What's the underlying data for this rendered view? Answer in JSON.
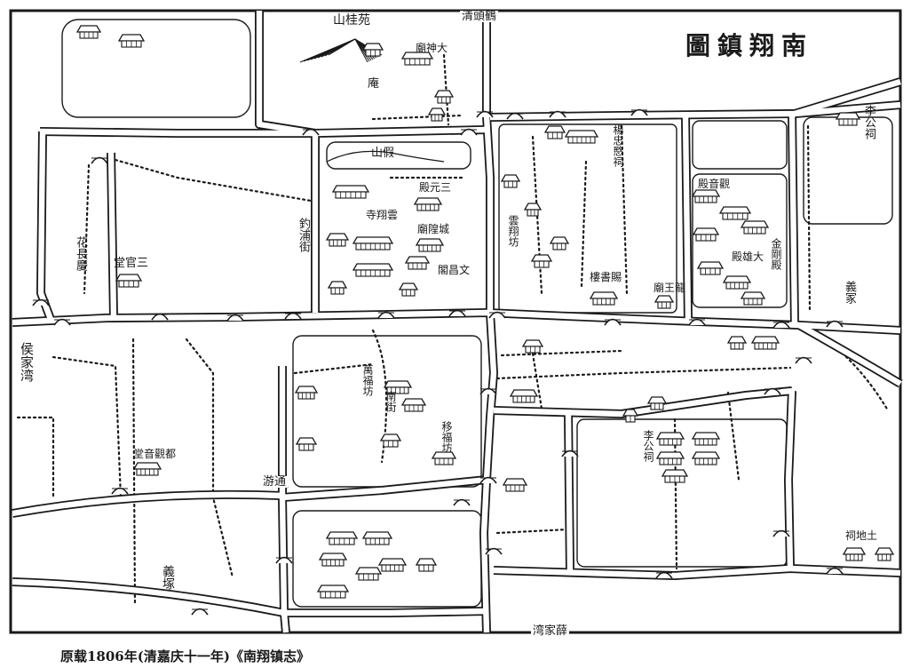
{
  "map": {
    "title": "圖鎮翔南",
    "labels": {
      "shan_gui_yuan": "山桂苑",
      "qing_tou_he": "清頭鶴",
      "an": "庵",
      "da_shen_miao": "廟神大",
      "yang_zhong_min_ci": "楊忠愍祠",
      "li_gong_ci_north": "李公祠",
      "jia_shan": "山假",
      "san_yuan_dian": "殿元三",
      "yun_xiang_si": "寺翔雲",
      "cheng_huang_miao": "廟隍城",
      "wen_chang_ge": "閣昌文",
      "diao_pu_jie": "釣浦街",
      "san_guan_tang": "堂官三",
      "hua_chang_qing": "花長慶",
      "hou_jia_wan": "侯家湾",
      "yun_xiang_fang": "雲翔坊",
      "ci_shu_lou": "樓書賜",
      "long_wang_miao": "廟王龍",
      "guan_yin_dian": "殿音觀",
      "da_xiong_dian": "殿雄大",
      "jin_gang_dian": "金剛殿",
      "yi_zhong_east": "義冢",
      "wan_fu_fang": "萬福坊",
      "nan_jie": "南街",
      "yi_fu_fang": "移福坊",
      "li_gong_ci_south": "李公祠",
      "du_guan_yin_tang": "堂音觀都",
      "yi_zhong_west": "義塚",
      "tu_di_ci": "祠地土",
      "xue_jia_wan": "湾家薛",
      "you_tong": "游通"
    }
  },
  "caption": "原载1806年(清嘉庆十一年)《南翔镇志》",
  "colors": {
    "ink": "#1a1a1a",
    "paper": "#ffffff"
  }
}
